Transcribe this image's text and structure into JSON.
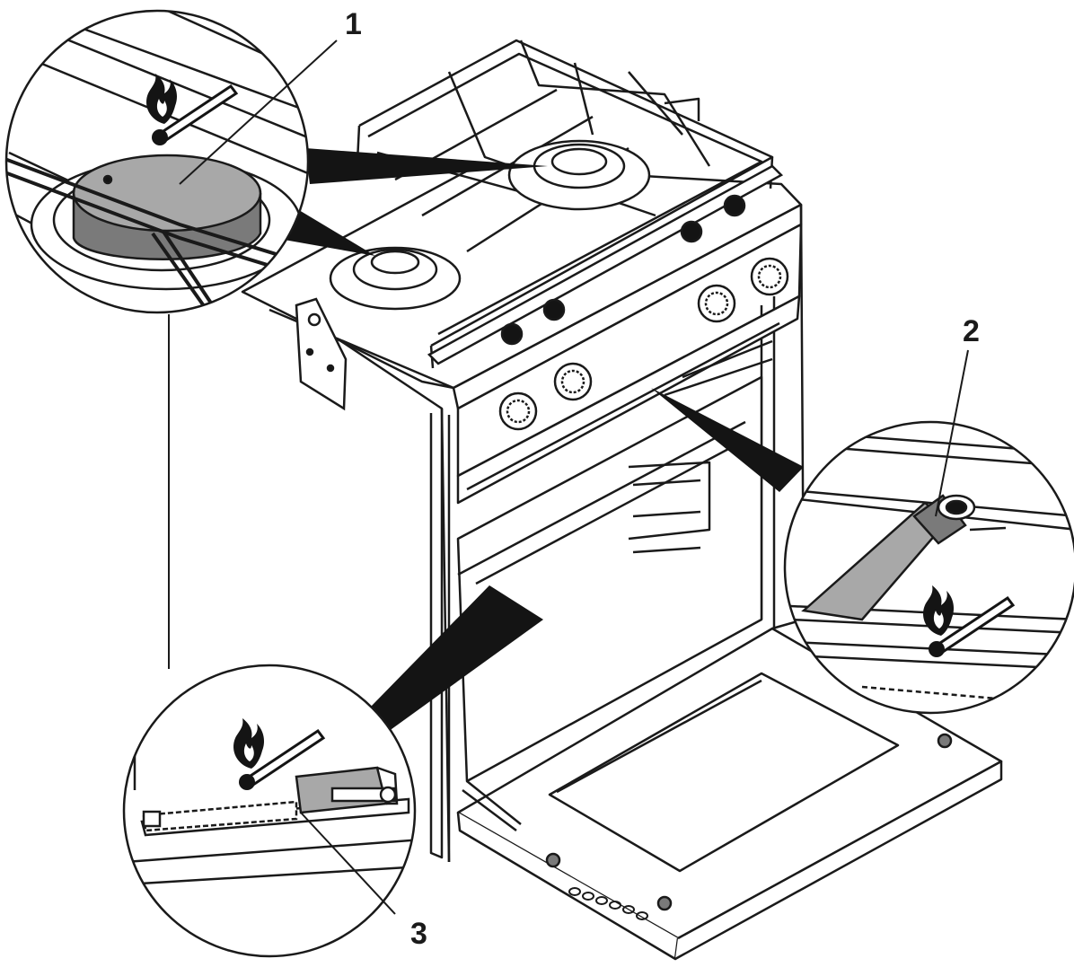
{
  "callouts": {
    "surface_burner": "1",
    "oven_burner": "2",
    "grill_burner": "3"
  },
  "colors": {
    "line": "#1a1a1a",
    "fill_white": "#ffffff",
    "fill_gray": "#a8a8a8",
    "fill_dark_gray": "#7a7a7a",
    "wedge": "#141414"
  },
  "icons": {
    "ignition": "match-flame-icon"
  }
}
